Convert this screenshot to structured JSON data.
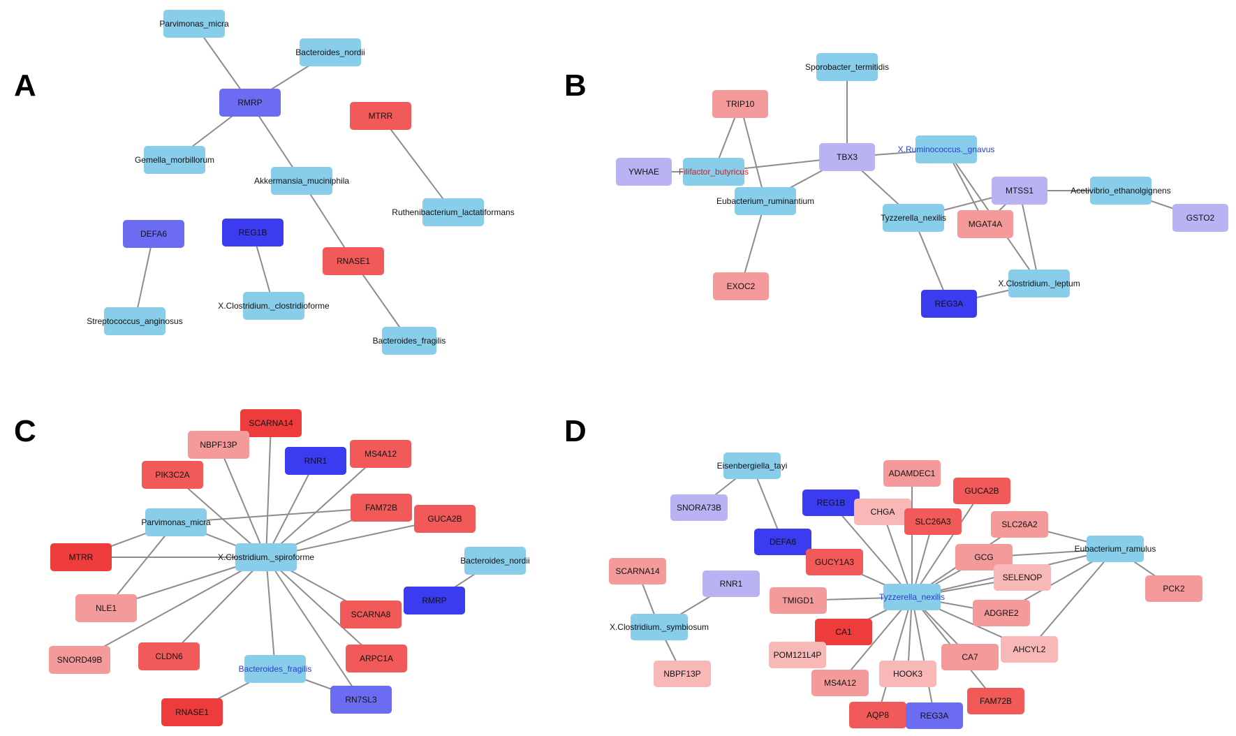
{
  "colors": {
    "microbe": "#88cdea",
    "gene_red": "#f25a5a",
    "gene_red_light": "#f59a9a",
    "gene_red_pale": "#f8b8b8",
    "gene_red_dark": "#ee3b3b",
    "gene_blue": "#3b3bef",
    "gene_blue_mid": "#6c6cf2",
    "gene_lavender": "#b9b3f4",
    "edge": "#8c8c8c",
    "text_default": "#111111",
    "text_blue": "#2a3fcf",
    "text_red": "#c0282f"
  },
  "panels": [
    {
      "label": "A",
      "nodes": [
        {
          "id": "a_parv",
          "label": "Parvimonas_micra",
          "fill": "microbe"
        },
        {
          "id": "a_bnord",
          "label": "Bacteroides_nordii",
          "fill": "microbe"
        },
        {
          "id": "a_rmrp",
          "label": "RMRP",
          "fill": "gene_blue_mid"
        },
        {
          "id": "a_mtrr",
          "label": "MTRR",
          "fill": "gene_red"
        },
        {
          "id": "a_gem",
          "label": "Gemella_morbillorum",
          "fill": "microbe"
        },
        {
          "id": "a_akk",
          "label": "Akkermansia_muciniphila",
          "fill": "microbe"
        },
        {
          "id": "a_ruth",
          "label": "Ruthenibacterium_lactatiformans",
          "fill": "microbe"
        },
        {
          "id": "a_defa6",
          "label": "DEFA6",
          "fill": "gene_blue_mid"
        },
        {
          "id": "a_reg1b",
          "label": "REG1B",
          "fill": "gene_blue"
        },
        {
          "id": "a_rnase1",
          "label": "RNASE1",
          "fill": "gene_red"
        },
        {
          "id": "a_xclos",
          "label": "X.Clostridium._clostridioforme",
          "fill": "microbe"
        },
        {
          "id": "a_strep",
          "label": "Streptococcus_anginosus",
          "fill": "microbe"
        },
        {
          "id": "a_bfrag",
          "label": "Bacteroides_fragilis",
          "fill": "microbe"
        }
      ],
      "edges": [
        [
          "a_parv",
          "a_rmrp"
        ],
        [
          "a_bnord",
          "a_rmrp"
        ],
        [
          "a_rmrp",
          "a_gem"
        ],
        [
          "a_rmrp",
          "a_akk"
        ],
        [
          "a_akk",
          "a_rnase1"
        ],
        [
          "a_rnase1",
          "a_bfrag"
        ],
        [
          "a_mtrr",
          "a_ruth"
        ],
        [
          "a_defa6",
          "a_strep"
        ],
        [
          "a_reg1b",
          "a_xclos"
        ]
      ]
    },
    {
      "label": "B",
      "nodes": [
        {
          "id": "b_spor",
          "label": "Sporobacter_termitidis",
          "fill": "microbe"
        },
        {
          "id": "b_trip10",
          "label": "TRIP10",
          "fill": "gene_red_light"
        },
        {
          "id": "b_tbx3",
          "label": "TBX3",
          "fill": "gene_lavender"
        },
        {
          "id": "b_rumin",
          "label": "X.Ruminococcus._gnavus",
          "fill": "microbe",
          "text": "text_blue"
        },
        {
          "id": "b_ywhae",
          "label": "YWHAE",
          "fill": "gene_lavender"
        },
        {
          "id": "b_filif",
          "label": "Filifactor_butyricus",
          "fill": "microbe",
          "text": "text_red"
        },
        {
          "id": "b_mtss1",
          "label": "MTSS1",
          "fill": "gene_lavender"
        },
        {
          "id": "b_acet",
          "label": "Acetivibrio_ethanolgignens",
          "fill": "microbe"
        },
        {
          "id": "b_eubr",
          "label": "Eubacterium_ruminantium",
          "fill": "microbe"
        },
        {
          "id": "b_tyz",
          "label": "Tyzzerella_nexilis",
          "fill": "microbe"
        },
        {
          "id": "b_mgat4a",
          "label": "MGAT4A",
          "fill": "gene_red_light"
        },
        {
          "id": "b_gsto2",
          "label": "GSTO2",
          "fill": "gene_lavender"
        },
        {
          "id": "b_exoc2",
          "label": "EXOC2",
          "fill": "gene_red_light"
        },
        {
          "id": "b_xclep",
          "label": "X.Clostridium._leptum",
          "fill": "microbe"
        },
        {
          "id": "b_reg3a",
          "label": "REG3A",
          "fill": "gene_blue"
        }
      ],
      "edges": [
        [
          "b_spor",
          "b_tbx3"
        ],
        [
          "b_trip10",
          "b_filif"
        ],
        [
          "b_trip10",
          "b_eubr"
        ],
        [
          "b_ywhae",
          "b_filif"
        ],
        [
          "b_filif",
          "b_tbx3"
        ],
        [
          "b_tbx3",
          "b_rumin"
        ],
        [
          "b_tbx3",
          "b_eubr"
        ],
        [
          "b_tbx3",
          "b_tyz"
        ],
        [
          "b_eubr",
          "b_exoc2"
        ],
        [
          "b_rumin",
          "b_mgat4a"
        ],
        [
          "b_rumin",
          "b_xclep"
        ],
        [
          "b_mtss1",
          "b_tyz"
        ],
        [
          "b_mtss1",
          "b_mgat4a"
        ],
        [
          "b_mtss1",
          "b_xclep"
        ],
        [
          "b_mtss1",
          "b_acet"
        ],
        [
          "b_acet",
          "b_gsto2"
        ],
        [
          "b_tyz",
          "b_reg3a"
        ],
        [
          "b_reg3a",
          "b_xclep"
        ]
      ]
    },
    {
      "label": "C",
      "nodes": [
        {
          "id": "c_scarna14",
          "label": "SCARNA14",
          "fill": "gene_red_dark"
        },
        {
          "id": "c_nbpf13p",
          "label": "NBPF13P",
          "fill": "gene_red_light"
        },
        {
          "id": "c_rnr1",
          "label": "RNR1",
          "fill": "gene_blue"
        },
        {
          "id": "c_ms4a12",
          "label": "MS4A12",
          "fill": "gene_red"
        },
        {
          "id": "c_pik3c2a",
          "label": "PIK3C2A",
          "fill": "gene_red"
        },
        {
          "id": "c_fam72b",
          "label": "FAM72B",
          "fill": "gene_red"
        },
        {
          "id": "c_guca2b",
          "label": "GUCA2B",
          "fill": "gene_red"
        },
        {
          "id": "c_parv",
          "label": "Parvimonas_micra",
          "fill": "microbe"
        },
        {
          "id": "c_bnord",
          "label": "Bacteroides_nordii",
          "fill": "microbe"
        },
        {
          "id": "c_mtrr",
          "label": "MTRR",
          "fill": "gene_red_dark"
        },
        {
          "id": "c_xspiro",
          "label": "X.Clostridium._spiroforme",
          "fill": "microbe"
        },
        {
          "id": "c_rmrp",
          "label": "RMRP",
          "fill": "gene_blue"
        },
        {
          "id": "c_nle1",
          "label": "NLE1",
          "fill": "gene_red_light"
        },
        {
          "id": "c_scarna8",
          "label": "SCARNA8",
          "fill": "gene_red"
        },
        {
          "id": "c_snord49b",
          "label": "SNORD49B",
          "fill": "gene_red_light"
        },
        {
          "id": "c_cldn6",
          "label": "CLDN6",
          "fill": "gene_red"
        },
        {
          "id": "c_arpc1a",
          "label": "ARPC1A",
          "fill": "gene_red"
        },
        {
          "id": "c_bfrag",
          "label": "Bacteroides_fragilis",
          "fill": "microbe",
          "text": "text_blue"
        },
        {
          "id": "c_rnase1",
          "label": "RNASE1",
          "fill": "gene_red_dark"
        },
        {
          "id": "c_rn7sl3",
          "label": "RN7SL3",
          "fill": "gene_blue_mid"
        }
      ],
      "edges": [
        [
          "c_xspiro",
          "c_scarna14"
        ],
        [
          "c_xspiro",
          "c_nbpf13p"
        ],
        [
          "c_xspiro",
          "c_rnr1"
        ],
        [
          "c_xspiro",
          "c_ms4a12"
        ],
        [
          "c_xspiro",
          "c_pik3c2a"
        ],
        [
          "c_xspiro",
          "c_fam72b"
        ],
        [
          "c_xspiro",
          "c_guca2b"
        ],
        [
          "c_xspiro",
          "c_parv"
        ],
        [
          "c_xspiro",
          "c_mtrr"
        ],
        [
          "c_xspiro",
          "c_nle1"
        ],
        [
          "c_xspiro",
          "c_scarna8"
        ],
        [
          "c_xspiro",
          "c_snord49b"
        ],
        [
          "c_xspiro",
          "c_cldn6"
        ],
        [
          "c_xspiro",
          "c_arpc1a"
        ],
        [
          "c_xspiro",
          "c_bfrag"
        ],
        [
          "c_xspiro",
          "c_rn7sl3"
        ],
        [
          "c_parv",
          "c_fam72b"
        ],
        [
          "c_parv",
          "c_mtrr"
        ],
        [
          "c_parv",
          "c_nle1"
        ],
        [
          "c_bfrag",
          "c_rnase1"
        ],
        [
          "c_bfrag",
          "c_rn7sl3"
        ],
        [
          "c_bnord",
          "c_rmrp"
        ]
      ]
    },
    {
      "label": "D",
      "nodes": [
        {
          "id": "d_eisen",
          "label": "Eisenbergiella_tayi",
          "fill": "microbe"
        },
        {
          "id": "d_snora73b",
          "label": "SNORA73B",
          "fill": "gene_lavender"
        },
        {
          "id": "d_defa6",
          "label": "DEFA6",
          "fill": "gene_blue"
        },
        {
          "id": "d_adamdec1",
          "label": "ADAMDEC1",
          "fill": "gene_red_light"
        },
        {
          "id": "d_guca2b",
          "label": "GUCA2B",
          "fill": "gene_red"
        },
        {
          "id": "d_reg1b",
          "label": "REG1B",
          "fill": "gene_blue"
        },
        {
          "id": "d_chga",
          "label": "CHGA",
          "fill": "gene_red_pale"
        },
        {
          "id": "d_slc26a3",
          "label": "SLC26A3",
          "fill": "gene_red"
        },
        {
          "id": "d_slc26a2",
          "label": "SLC26A2",
          "fill": "gene_red_light"
        },
        {
          "id": "d_eubram",
          "label": "Eubacterium_ramulus",
          "fill": "microbe"
        },
        {
          "id": "d_gucy1a3",
          "label": "GUCY1A3",
          "fill": "gene_red"
        },
        {
          "id": "d_gcg",
          "label": "GCG",
          "fill": "gene_red_light"
        },
        {
          "id": "d_scarna14",
          "label": "SCARNA14",
          "fill": "gene_red_light"
        },
        {
          "id": "d_rnr1",
          "label": "RNR1",
          "fill": "gene_lavender"
        },
        {
          "id": "d_selenop",
          "label": "SELENOP",
          "fill": "gene_red_pale"
        },
        {
          "id": "d_pck2",
          "label": "PCK2",
          "fill": "gene_red_light"
        },
        {
          "id": "d_tmigd1",
          "label": "TMIGD1",
          "fill": "gene_red_light"
        },
        {
          "id": "d_tyz",
          "label": "Tyzzerella_nexilis",
          "fill": "microbe",
          "text": "text_blue"
        },
        {
          "id": "d_adgre2",
          "label": "ADGRE2",
          "fill": "gene_red_light"
        },
        {
          "id": "d_xsym",
          "label": "X.Clostridium._symbiosum",
          "fill": "microbe"
        },
        {
          "id": "d_ca1",
          "label": "CA1",
          "fill": "gene_red_dark"
        },
        {
          "id": "d_pom",
          "label": "POM121L4P",
          "fill": "gene_red_pale"
        },
        {
          "id": "d_ahcyl2",
          "label": "AHCYL2",
          "fill": "gene_red_pale"
        },
        {
          "id": "d_hook3",
          "label": "HOOK3",
          "fill": "gene_red_pale"
        },
        {
          "id": "d_ca7",
          "label": "CA7",
          "fill": "gene_red_light"
        },
        {
          "id": "d_nbpf13p",
          "label": "NBPF13P",
          "fill": "gene_red_pale"
        },
        {
          "id": "d_ms4a12",
          "label": "MS4A12",
          "fill": "gene_red_light"
        },
        {
          "id": "d_fam72b",
          "label": "FAM72B",
          "fill": "gene_red"
        },
        {
          "id": "d_aqp8",
          "label": "AQP8",
          "fill": "gene_red"
        },
        {
          "id": "d_reg3a",
          "label": "REG3A",
          "fill": "gene_blue_mid"
        }
      ],
      "edges": [
        [
          "d_eisen",
          "d_snora73b"
        ],
        [
          "d_eisen",
          "d_defa6"
        ],
        [
          "d_rnr1",
          "d_xsym"
        ],
        [
          "d_scarna14",
          "d_xsym"
        ],
        [
          "d_xsym",
          "d_nbpf13p"
        ],
        [
          "d_tyz",
          "d_adamdec1"
        ],
        [
          "d_tyz",
          "d_guca2b"
        ],
        [
          "d_tyz",
          "d_reg1b"
        ],
        [
          "d_tyz",
          "d_chga"
        ],
        [
          "d_tyz",
          "d_slc26a3"
        ],
        [
          "d_tyz",
          "d_slc26a2"
        ],
        [
          "d_tyz",
          "d_gucy1a3"
        ],
        [
          "d_tyz",
          "d_gcg"
        ],
        [
          "d_tyz",
          "d_selenop"
        ],
        [
          "d_tyz",
          "d_tmigd1"
        ],
        [
          "d_tyz",
          "d_adgre2"
        ],
        [
          "d_tyz",
          "d_ca1"
        ],
        [
          "d_tyz",
          "d_pom"
        ],
        [
          "d_tyz",
          "d_ahcyl2"
        ],
        [
          "d_tyz",
          "d_hook3"
        ],
        [
          "d_tyz",
          "d_ca7"
        ],
        [
          "d_tyz",
          "d_ms4a12"
        ],
        [
          "d_tyz",
          "d_fam72b"
        ],
        [
          "d_tyz",
          "d_aqp8"
        ],
        [
          "d_tyz",
          "d_reg3a"
        ],
        [
          "d_tyz",
          "d_eubram"
        ],
        [
          "d_eubram",
          "d_gcg"
        ],
        [
          "d_eubram",
          "d_adgre2"
        ],
        [
          "d_eubram",
          "d_ahcyl2"
        ],
        [
          "d_eubram",
          "d_pck2"
        ],
        [
          "d_eubram",
          "d_slc26a2"
        ]
      ]
    }
  ]
}
